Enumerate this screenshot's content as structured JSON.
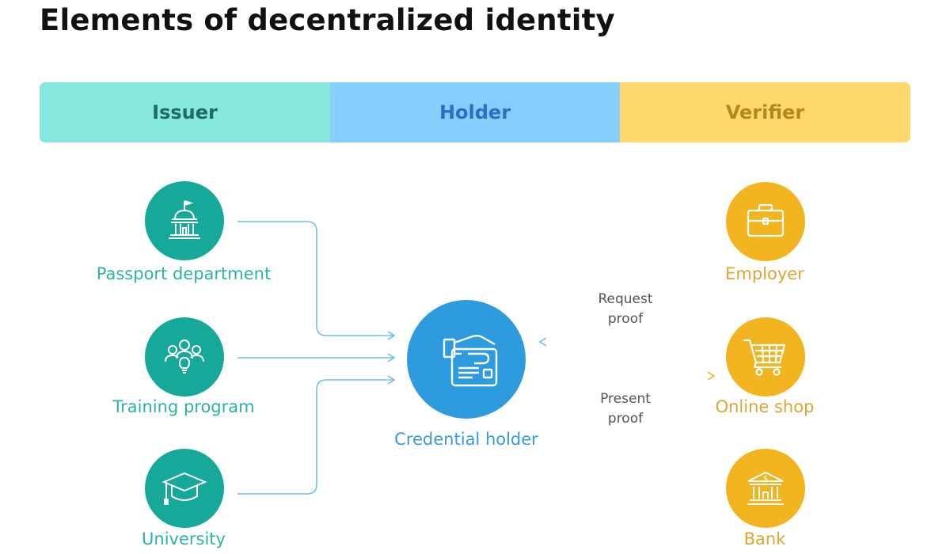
{
  "title": "Elements of decentralized identity",
  "colors": {
    "issuer_band": "#86E8DF",
    "issuer_text": "#1F6B65",
    "issuer_circle": "#16A99A",
    "issuer_label": "#2BB3A4",
    "holder_band": "#84CFFC",
    "holder_text": "#2E6FC6",
    "holder_circle": "#2D9BDD",
    "holder_label": "#3A9BDA",
    "verifier_band": "#FFD96E",
    "verifier_text": "#B38A18",
    "verifier_circle": "#F2B41F",
    "verifier_label": "#DDA533",
    "arrow": "#6CC3E6"
  },
  "bands": {
    "issuer": "Issuer",
    "holder": "Holder",
    "verifier": "Verifier"
  },
  "issuers": [
    {
      "label": "Passport department",
      "icon": "government-building-icon"
    },
    {
      "label": "Training program",
      "icon": "people-lightbulb-icon"
    },
    {
      "label": "University",
      "icon": "graduation-cap-icon"
    }
  ],
  "holder": {
    "label": "Credential holder",
    "icon": "hand-credit-card-icon"
  },
  "verifiers": [
    {
      "label": "Employer",
      "icon": "briefcase-icon"
    },
    {
      "label": "Online shop",
      "icon": "shopping-cart-icon"
    },
    {
      "label": "Bank",
      "icon": "bank-icon"
    }
  ],
  "flows": {
    "request_line1": "Request",
    "request_line2": "proof",
    "present_line1": "Present",
    "present_line2": "proof"
  }
}
